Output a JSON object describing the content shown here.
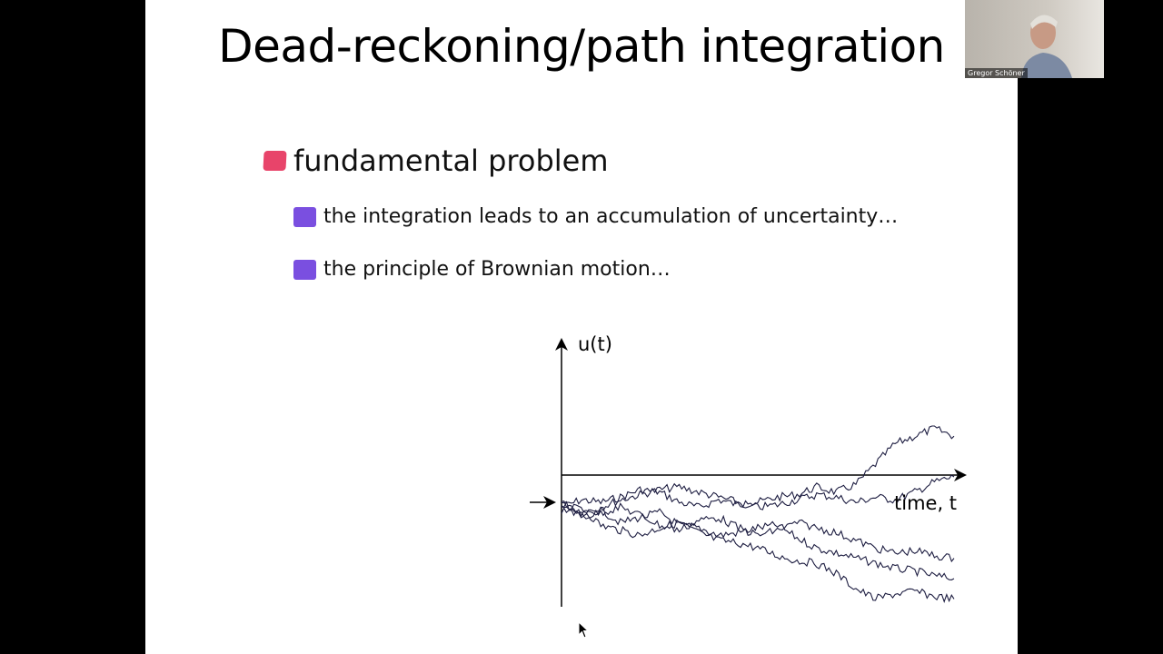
{
  "slide": {
    "title": "Dead-reckoning/path integration",
    "bullets": [
      {
        "text": "fundamental problem",
        "sub": [
          "the integration leads to an accumulation of uncertainty…",
          "the principle of Brownian motion…"
        ]
      }
    ],
    "colors": {
      "bullet_l1": "#e8446a",
      "bullet_l2": "#7a4fe0"
    }
  },
  "chart_data": {
    "type": "line",
    "ylabel": "u(t)",
    "xlabel": "time, t",
    "grid": false,
    "legend": "none",
    "x": [
      0,
      0.05,
      0.1,
      0.15,
      0.2,
      0.25,
      0.3,
      0.35,
      0.4,
      0.45,
      0.5,
      0.55,
      0.6,
      0.65,
      0.7,
      0.75,
      0.8,
      0.85,
      0.9,
      0.95,
      1.0
    ],
    "series": [
      {
        "values": [
          -0.2,
          0.1,
          0.0,
          0.2,
          0.5,
          0.4,
          0.0,
          -0.2,
          0.1,
          -0.1,
          0.0,
          0.2,
          0.3,
          0.6,
          0.4,
          0.7,
          1.5,
          2.3,
          2.6,
          2.9,
          2.6
        ]
      },
      {
        "values": [
          0.0,
          -0.4,
          -0.2,
          0.1,
          0.3,
          0.5,
          0.6,
          0.4,
          0.2,
          0.0,
          -0.2,
          -0.1,
          0.1,
          0.3,
          0.2,
          0.0,
          0.2,
          0.1,
          0.4,
          0.8,
          1.0
        ]
      },
      {
        "values": [
          -0.1,
          -0.5,
          -0.3,
          -0.8,
          -0.6,
          -0.4,
          -0.9,
          -1.0,
          -1.3,
          -1.2,
          -1.0,
          -0.9,
          -1.4,
          -1.8,
          -2.0,
          -2.2,
          -2.4,
          -2.6,
          -2.7,
          -2.9,
          -3.0
        ]
      },
      {
        "values": [
          -0.3,
          -0.2,
          -0.9,
          -1.1,
          -1.3,
          -1.0,
          -0.8,
          -1.2,
          -1.5,
          -1.6,
          -1.8,
          -2.1,
          -2.3,
          -2.4,
          -2.8,
          -3.4,
          -3.8,
          -3.6,
          -3.5,
          -3.7,
          -3.8
        ]
      },
      {
        "values": [
          0.0,
          -0.6,
          -0.4,
          -0.2,
          -0.5,
          -0.9,
          -1.1,
          -0.7,
          -0.6,
          -1.0,
          -1.3,
          -1.1,
          -0.8,
          -1.0,
          -1.2,
          -1.5,
          -1.8,
          -2.0,
          -1.9,
          -2.1,
          -2.2
        ]
      }
    ],
    "start_marker": "arrow at u = 0"
  },
  "webcam": {
    "name_label": "Gregor Schöner"
  }
}
